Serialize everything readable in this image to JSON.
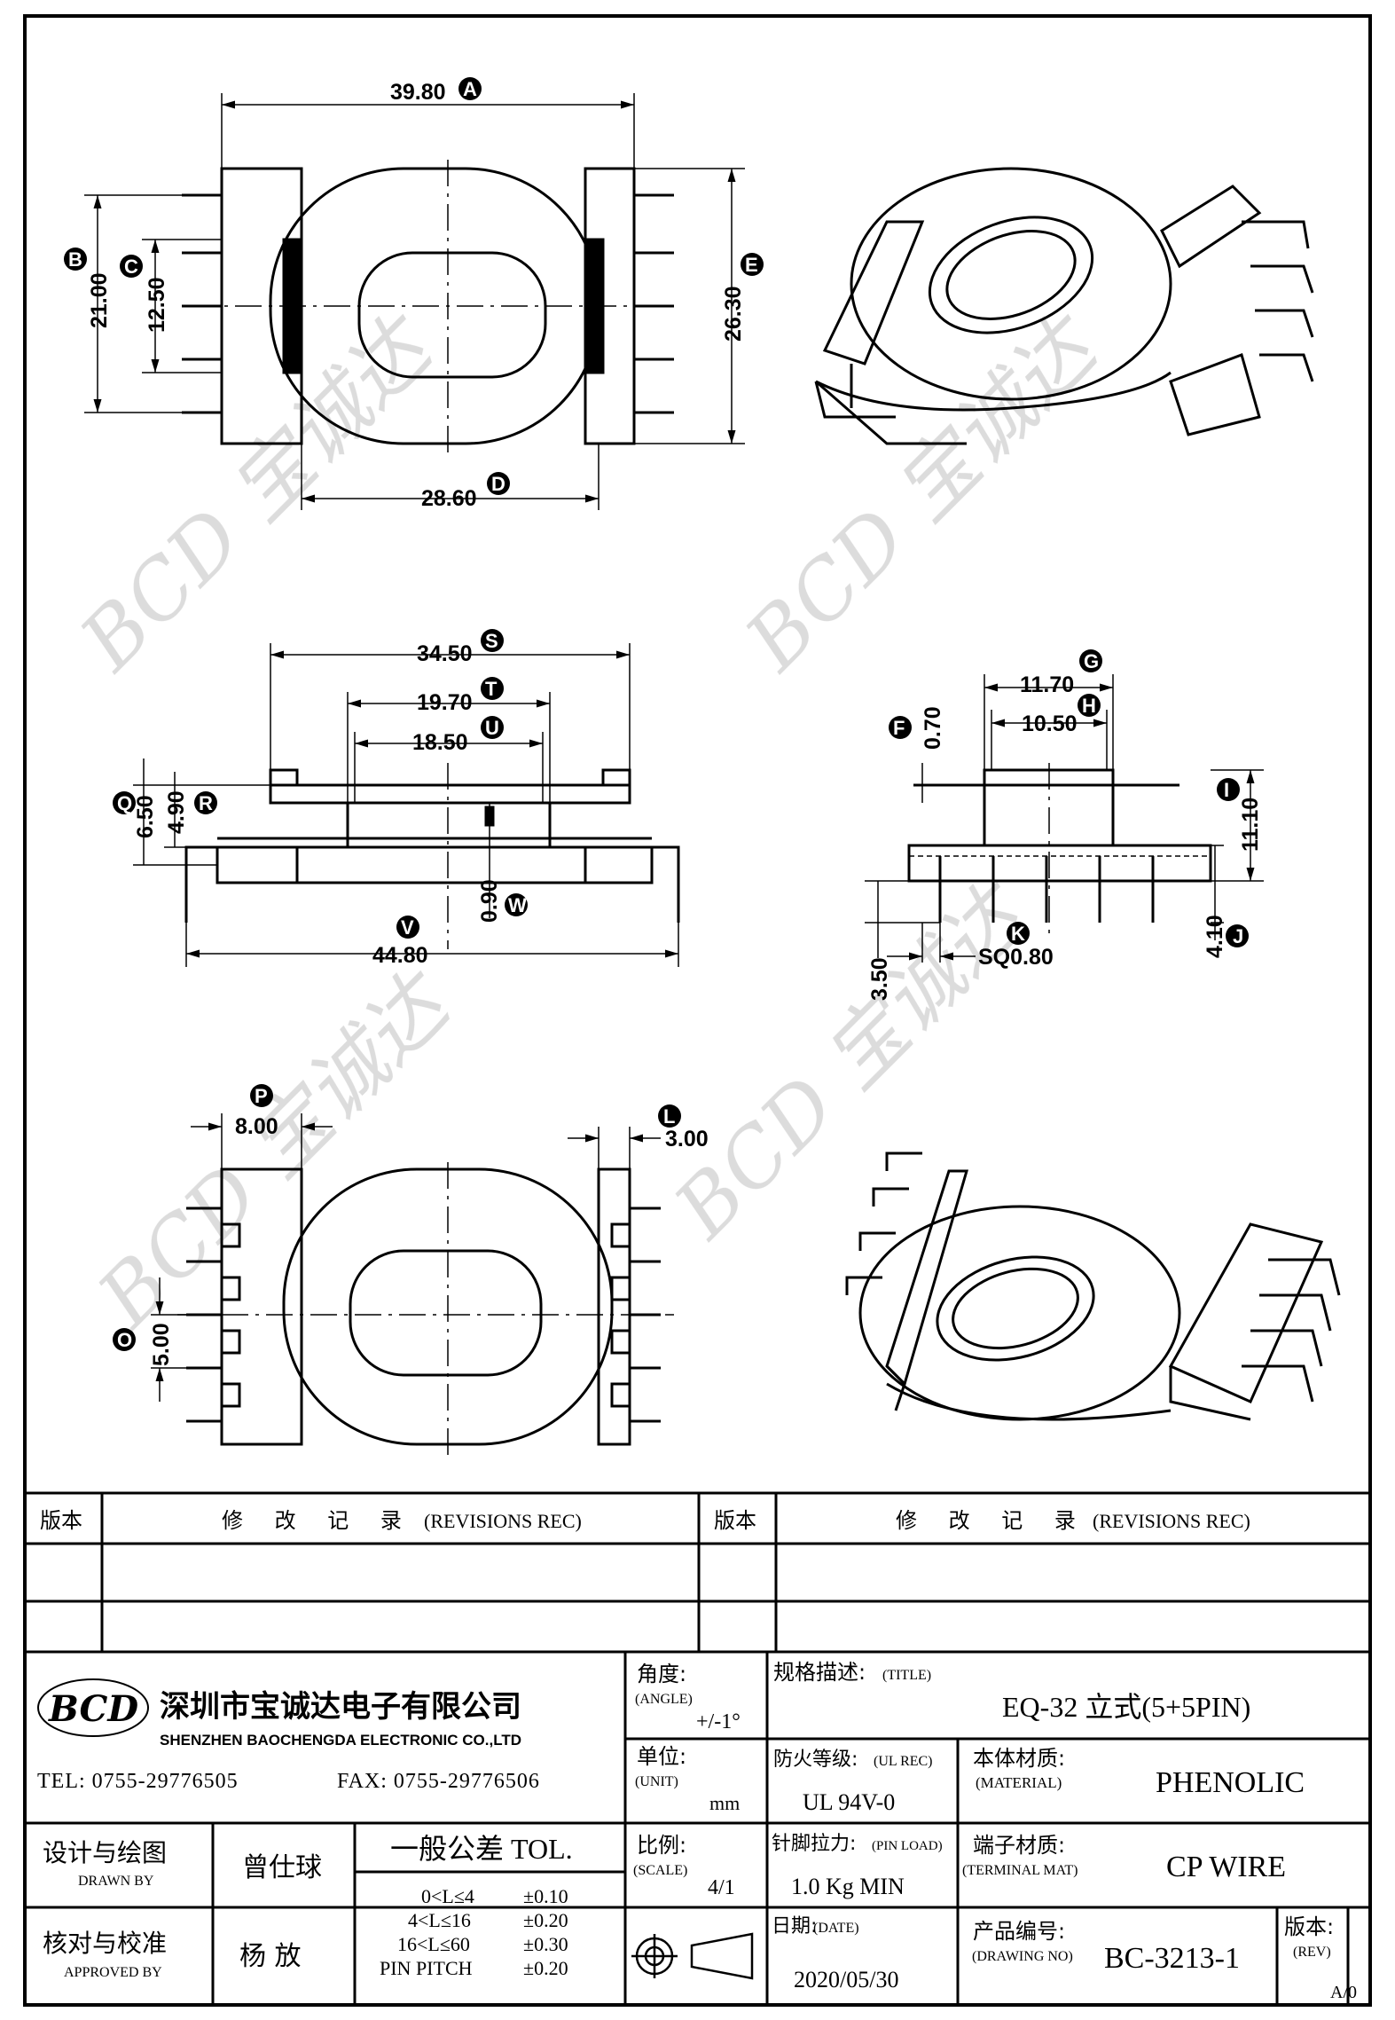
{
  "drawing": {
    "top_view": {
      "A": "39.80",
      "B": "21.00",
      "C": "12.50",
      "D": "28.60",
      "E": "26.30",
      "letters": {
        "A": "A",
        "B": "B",
        "C": "C",
        "D": "D",
        "E": "E"
      }
    },
    "side_view": {
      "S": "34.50",
      "T": "19.70",
      "U": "18.50",
      "Q": "6.50",
      "R": "4.90",
      "V": "44.80",
      "W": "0.90",
      "letters": {
        "S": "S",
        "T": "T",
        "U": "U",
        "Q": "Q",
        "R": "R",
        "V": "V",
        "W": "W"
      }
    },
    "end_view": {
      "G": "11.70",
      "H": "10.50",
      "F": "0.70",
      "I": "11.10",
      "J": "4.10",
      "K": "SQ0.80",
      "N": "3.50",
      "letters": {
        "G": "G",
        "H": "H",
        "F": "F",
        "I": "I",
        "J": "J",
        "K": "K"
      }
    },
    "bottom_view": {
      "P": "8.00",
      "L": "3.00",
      "O": "5.00",
      "letters": {
        "P": "P",
        "L": "L",
        "O": "O"
      }
    }
  },
  "revisions": {
    "version_header": "版本",
    "record_header_cn": "修 改 记 录",
    "record_header_en": "(REVISIONS REC)"
  },
  "company": {
    "logo_text": "BCD",
    "name_cn": "深圳市宝诚达电子有限公司",
    "name_en": "SHENZHEN BAOCHENGDA ELECTRONIC CO.,LTD",
    "tel": "TEL: 0755-29776505",
    "fax": "FAX: 0755-29776506"
  },
  "title_block": {
    "angle_cn": "角度:",
    "angle_en": "(ANGLE)",
    "angle_value": "+/-1°",
    "title_cn": "规格描述:",
    "title_en": "(TITLE)",
    "title_value": "EQ-32 立式(5+5PIN)",
    "unit_cn": "单位:",
    "unit_en": "(UNIT)",
    "unit_value": "mm",
    "ul_cn": "防火等级:",
    "ul_en": "(UL REC)",
    "ul_value": "UL 94V-0",
    "material_cn": "本体材质:",
    "material_en": "(MATERIAL)",
    "material_value": "PHENOLIC",
    "drawn_cn": "设计与绘图",
    "drawn_en": "DRAWN BY",
    "drawn_value": "曾仕球",
    "tol_title": "一般公差 TOL.",
    "tol_rows": [
      {
        "range": "0<L≤4",
        "tol": "±0.10"
      },
      {
        "range": "4<L≤16",
        "tol": "±0.20"
      },
      {
        "range": "16<L≤60",
        "tol": "±0.30"
      },
      {
        "range": "PIN PITCH",
        "tol": "±0.20"
      }
    ],
    "scale_cn": "比例:",
    "scale_en": "(SCALE)",
    "scale_value": "4/1",
    "pin_load_cn": "针脚拉力:",
    "pin_load_en": "(PIN LOAD)",
    "pin_load_value": "1.0 Kg MIN",
    "terminal_cn": "端子材质:",
    "terminal_en": "(TERMINAL MAT)",
    "terminal_value": "CP WIRE",
    "approved_cn": "核对与校准",
    "approved_en": "APPROVED BY",
    "approved_value": "杨  放",
    "date_cn": "日期:",
    "date_en": "(DATE)",
    "date_value": "2020/05/30",
    "drawing_no_cn": "产品编号:",
    "drawing_no_en": "(DRAWING NO)",
    "drawing_no_value": "BC-3213-1",
    "rev_cn": "版本:",
    "rev_en": "(REV)",
    "rev_value": "A/0"
  },
  "watermark": "BCD 宝诚达"
}
